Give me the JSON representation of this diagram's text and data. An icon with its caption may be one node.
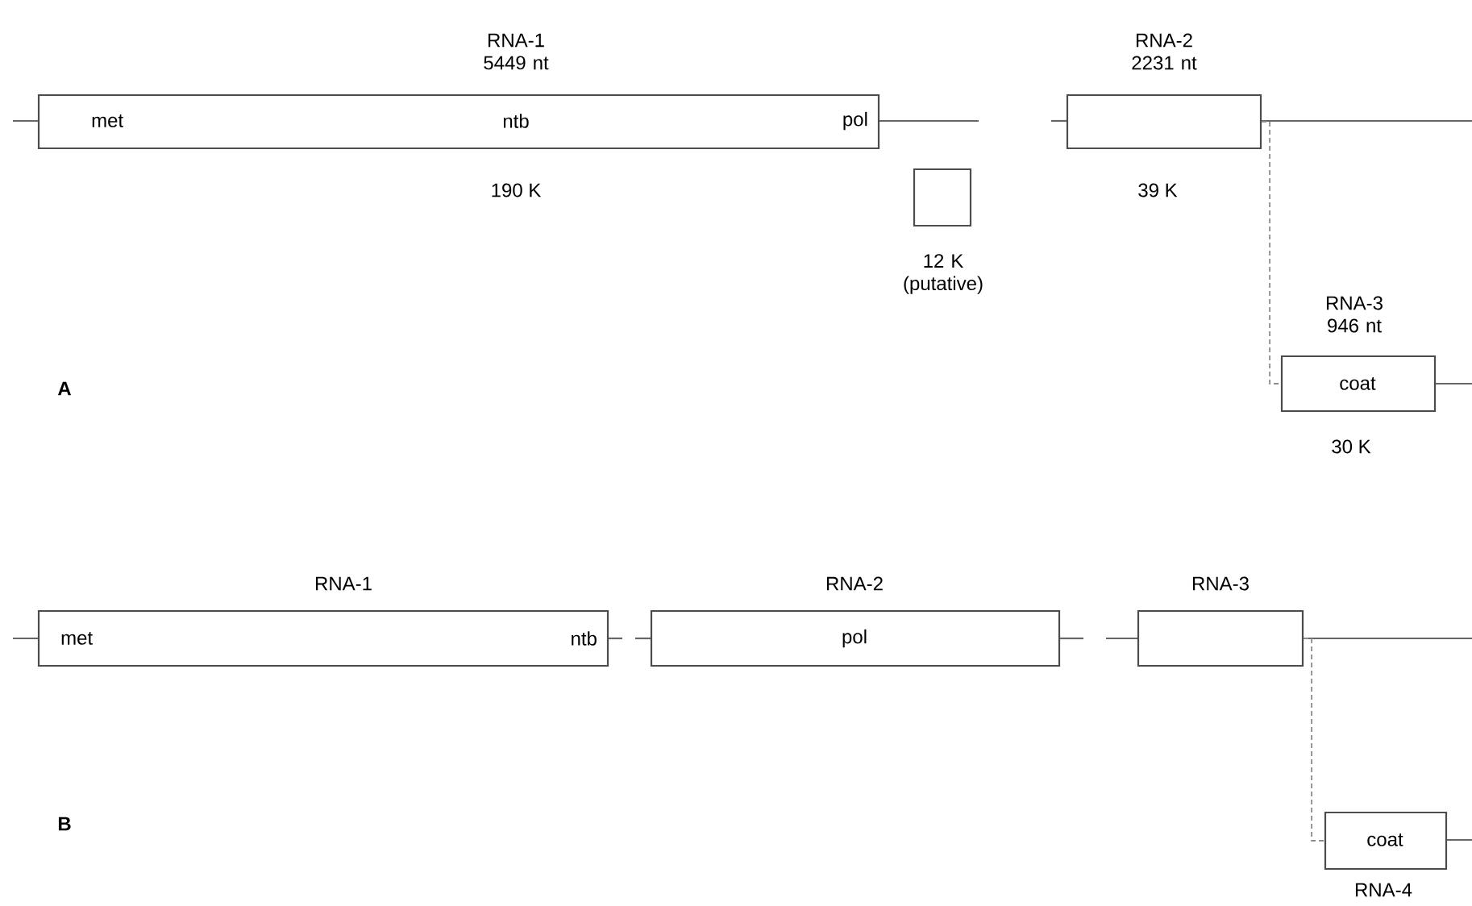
{
  "diagram": {
    "nodes": [
      {
        "text": [
          "RNA-1 5449 nt",
          "met",
          "ntb",
          "pol"
        ],
        "beside": [
          "190 K"
        ]
      },
      {
        "text": [],
        "shape": "box",
        "beside": [
          "12 K (putative)"
        ]
      },
      {
        "text": [
          "RNA-2 2231 nt"
        ],
        "beside": [
          "39 K"
        ]
      },
      {
        "text": [
          "RNA-3 946 nt",
          "coat"
        ],
        "beside": [
          "30 K"
        ]
      },
      {
        "text": [
          "RNA-1",
          "met",
          "ntb"
        ]
      },
      {
        "text": [
          "RNA-2",
          "pol"
        ]
      },
      {
        "text": [
          "RNA-3"
        ]
      },
      {
        "text": [
          "coat",
          "RNA-4"
        ]
      }
    ],
    "edges": [
      {
        "from": 2,
        "to": 3,
        "arrow": "none",
        "style": "dashed"
      },
      {
        "from": 6,
        "to": 7,
        "arrow": "none",
        "style": "dashed"
      }
    ],
    "labels": [
      "A",
      "B"
    ]
  }
}
